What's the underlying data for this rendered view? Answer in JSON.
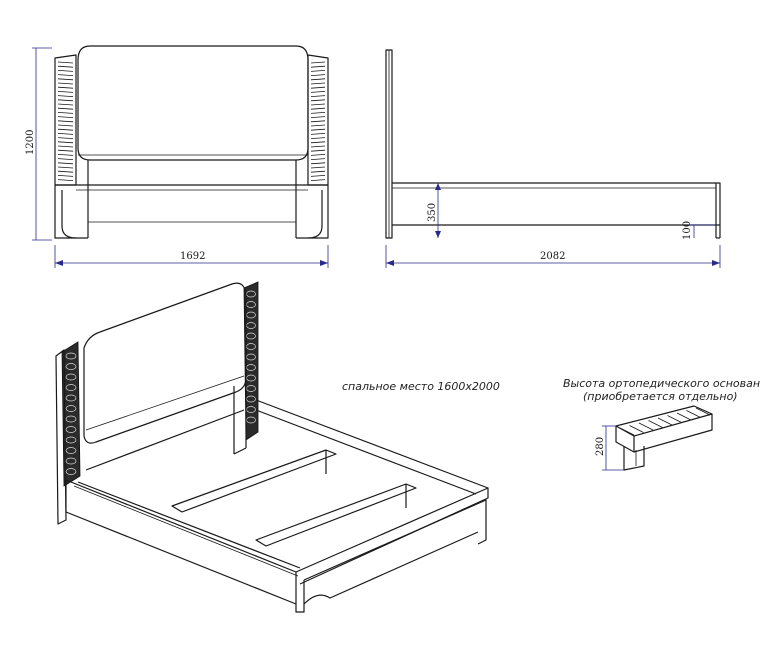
{
  "front_view": {
    "width_label": "1692",
    "height_label": "1200"
  },
  "side_view": {
    "length_label": "2082",
    "frame_height_label": "350",
    "leg_height_label": "100"
  },
  "perspective": {
    "sleep_area_label": "спальное место 1600х2000"
  },
  "base": {
    "title": "Высота ортопедического основания",
    "subtitle": "(приобретается отдельно)",
    "height_label": "280"
  },
  "colors": {
    "line": "#1a1a1a",
    "dimension": "#2a2a8a",
    "panel": "#2b2b2b"
  }
}
